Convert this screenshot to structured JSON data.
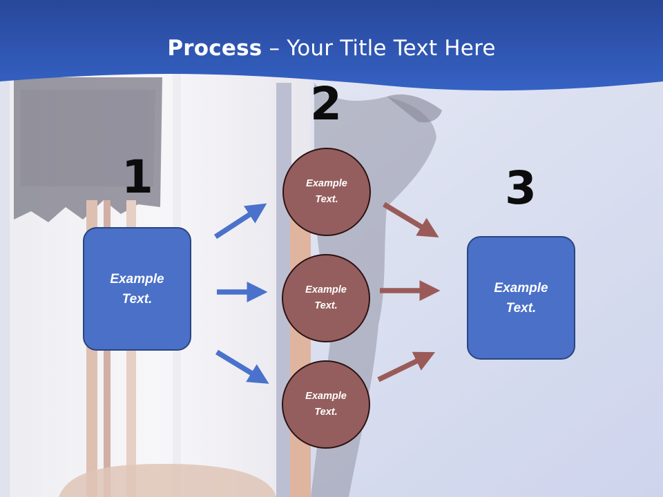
{
  "title": {
    "bold": "Process",
    "rest": " – Your Title Text Here"
  },
  "colors": {
    "header": "#2f57b5",
    "box_fill": "#4a70c8",
    "circle_fill": "#955e5e",
    "blue_arrow": "#4a72cc",
    "red_arrow": "#9a5b58"
  },
  "steps": {
    "one": {
      "number": "1",
      "box_text": "Example\nText."
    },
    "two": {
      "number": "2",
      "circles": [
        "Example\nText.",
        "Example\nText.",
        "Example\nText."
      ]
    },
    "three": {
      "number": "3",
      "box_text": "Example\nText."
    }
  }
}
